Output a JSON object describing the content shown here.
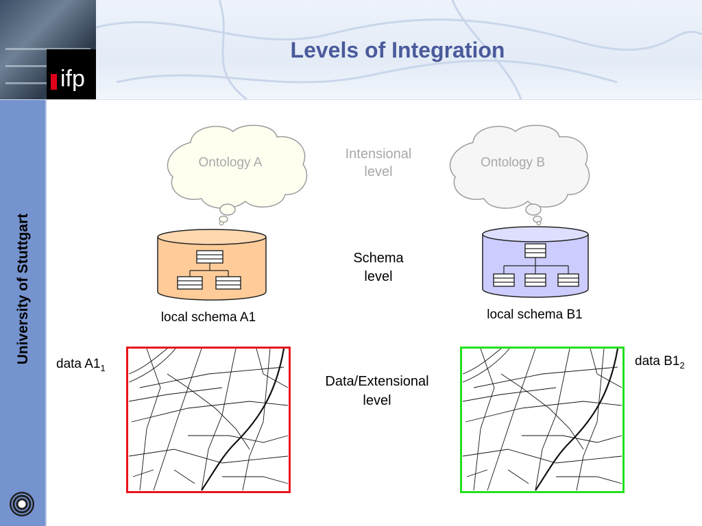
{
  "header": {
    "title": "Levels of Integration",
    "logo_text": "ifp"
  },
  "sidebar": {
    "university": "University of Stuttgart"
  },
  "levels": {
    "intensional": [
      "Intensional",
      "level"
    ],
    "schema": [
      "Schema",
      "level"
    ],
    "data": [
      "Data/Extensional",
      "level"
    ]
  },
  "ontologies": {
    "a": "Ontology A",
    "b": "Ontology B"
  },
  "schemas": {
    "a": "local schema A1",
    "b": "local schema B1"
  },
  "data_sets": {
    "a": {
      "label": "data A1",
      "sub": "1",
      "border_color": "#e8141b"
    },
    "b": {
      "label": "data B1",
      "sub": "2",
      "border_color": "#22e01c"
    }
  },
  "colors": {
    "title": "#4a5a9a",
    "sidebar": "#7593cf",
    "cloud_a_fill": "#fffff0",
    "cloud_b_fill": "#f6f6f6",
    "db_a_fill": "#ffcc99",
    "db_b_fill": "#ccccff"
  }
}
